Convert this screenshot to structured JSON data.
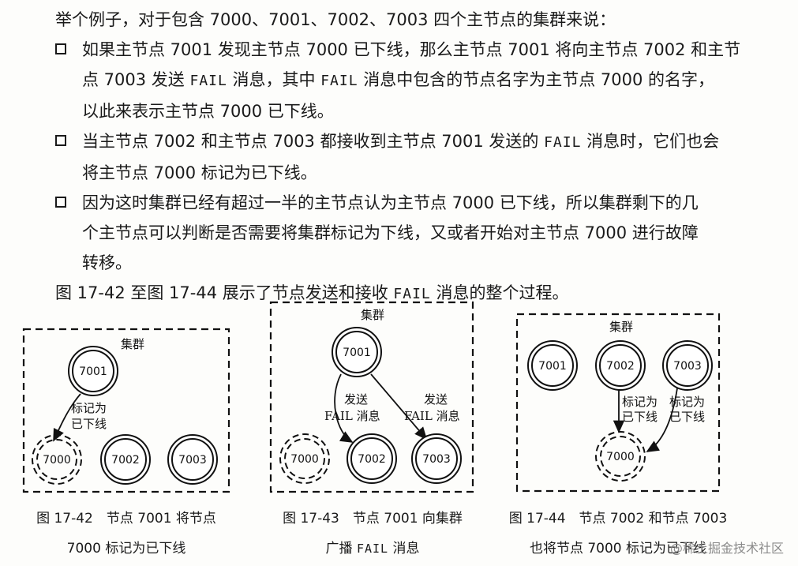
{
  "intro": "举个例子，对于包含 7000、7001、7002、7003 四个主节点的集群来说：",
  "bullets": [
    {
      "l1": "如果主节点 7001 发现主节点 7000 已下线，那么主节点 7001 将向主节点 7002 和主节",
      "l2a": "点 7003 发送 ",
      "l2b": "FAIL",
      "l2c": " 消息，其中 ",
      "l2d": "FAIL",
      "l2e": " 消息中包含的节点名字为主节点 7000 的名字，",
      "l3": "以此来表示主节点 7000 已下线。"
    },
    {
      "l1a": "当主节点 7002 和主节点 7003 都接收到主节点 7001 发送的 ",
      "l1b": "FAIL",
      "l1c": " 消息时，它们也会",
      "l2": "将主节点 7000 标记为已下线。"
    },
    {
      "l1": "因为这时集群已经有超过一半的主节点认为主节点 7000 已下线，所以集群剩下的几",
      "l2": "个主节点可以判断是否需要将集群标记为下线，又或者开始对主节点 7000 进行故障",
      "l3": "转移。"
    }
  ],
  "outro": {
    "a": "图 17-42 至图 17-44 展示了节点发送和接收 ",
    "b": "FAIL",
    "c": " 消息的整个过程。"
  },
  "fig42": {
    "cluster": "集群",
    "n7001": "7001",
    "n7000": "7000",
    "n7002": "7002",
    "n7003": "7003",
    "mark1": "标记为",
    "mark2": "已下线",
    "cap1": "图 17-42　节点 7001 将节点",
    "cap2": "7000 标记为已下线"
  },
  "fig43": {
    "cluster": "集群",
    "n7001": "7001",
    "n7000": "7000",
    "n7002": "7002",
    "n7003": "7003",
    "send": "发送",
    "failmsg": "FAIL 消息",
    "cap1": "图 17-43　节点 7001 向集群",
    "cap2a": "广播 ",
    "cap2b": "FAIL",
    "cap2c": " 消息"
  },
  "fig44": {
    "cluster": "集群",
    "n7001": "7001",
    "n7002": "7002",
    "n7003": "7003",
    "n7000": "7000",
    "mark1": "标记为",
    "mark2": "已下线",
    "cap1": "图 17-44　节点 7002 和节点 7003",
    "cap2": "也将节点 7000 标记为已下线"
  },
  "watermark": "@稀土掘金技术社区"
}
